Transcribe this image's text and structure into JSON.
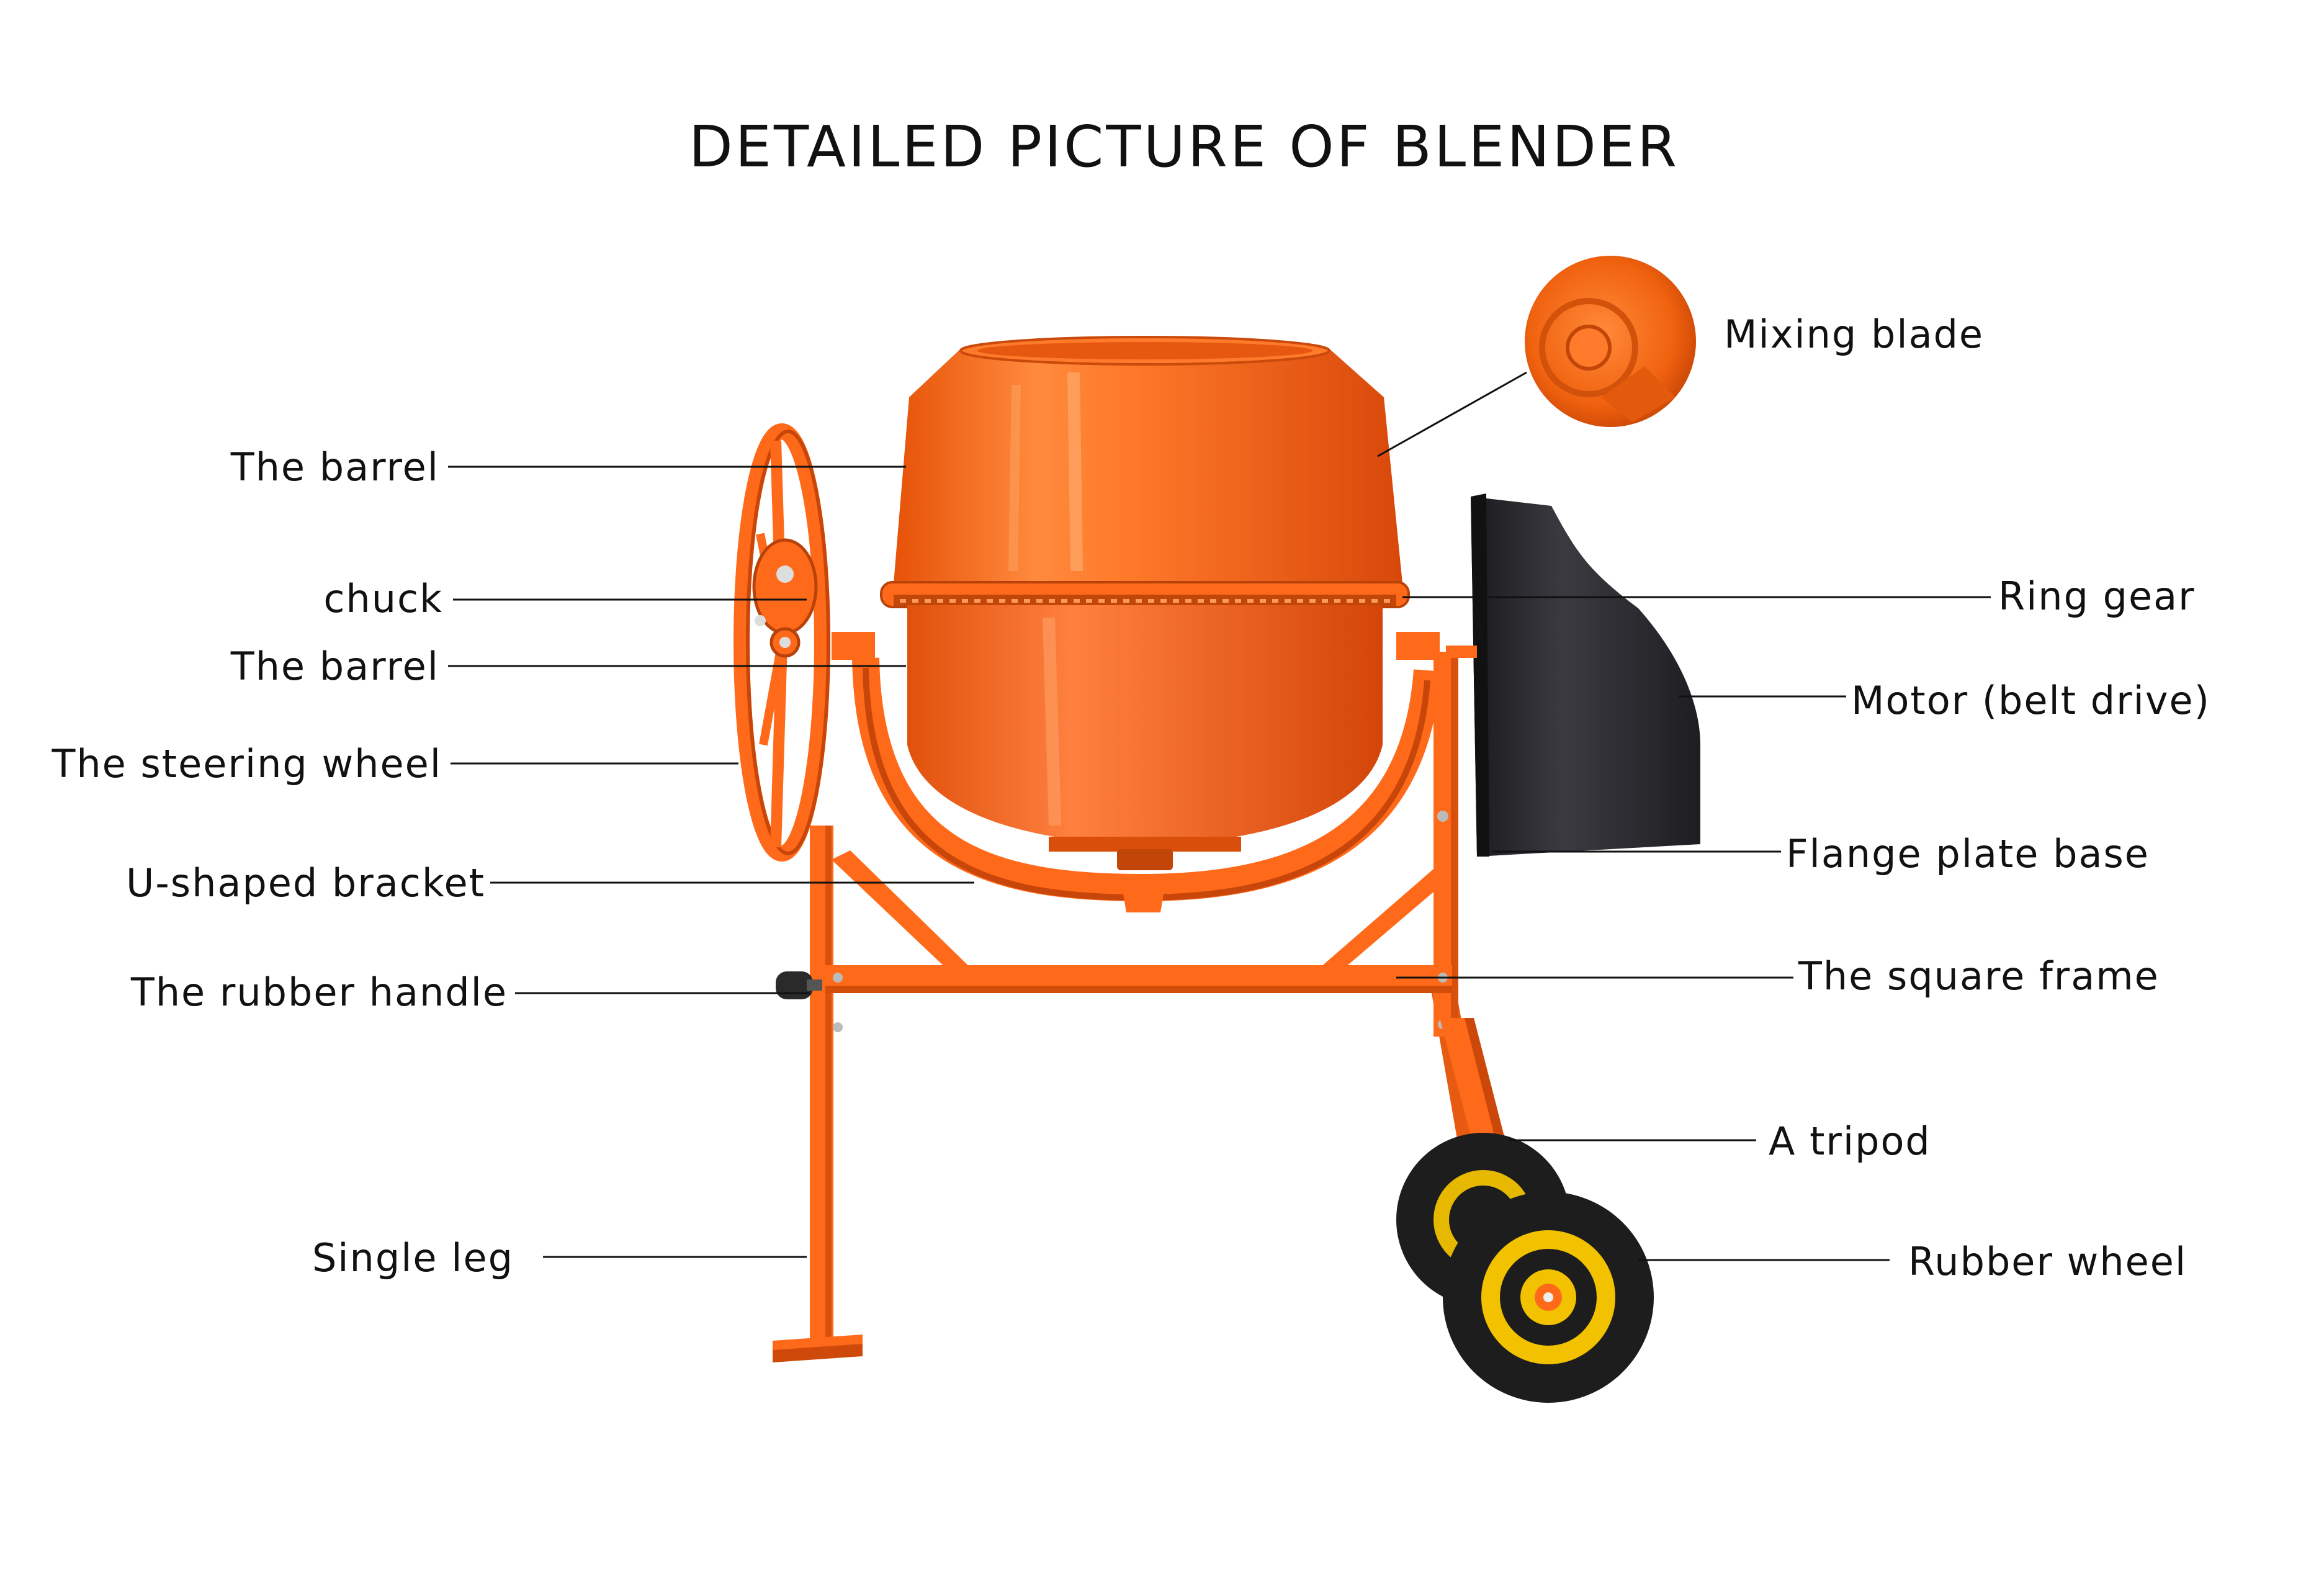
{
  "title": "DETAILED PICTURE OF BLENDER",
  "labels": {
    "barrel_top": "The barrel",
    "chuck": "chuck",
    "barrel_mid": "The barrel",
    "steering_wheel": "The steering wheel",
    "u_bracket": "U-shaped bracket",
    "rubber_handle": "The rubber handle",
    "single_leg": "Single leg",
    "mixing_blade": "Mixing blade",
    "ring_gear": "Ring gear",
    "motor": "Motor (belt drive)",
    "flange": "Flange plate base",
    "square_frame": "The square frame",
    "tripod": "A tripod",
    "rubber_wheel": "Rubber wheel"
  },
  "colors": {
    "body_orange": "#ff6a1a",
    "body_dark": "#e0500a",
    "body_light": "#ff9a5a",
    "motor_black": "#26262b",
    "wheel_yellow": "#f2c200",
    "tire_black": "#1d1d1d"
  }
}
